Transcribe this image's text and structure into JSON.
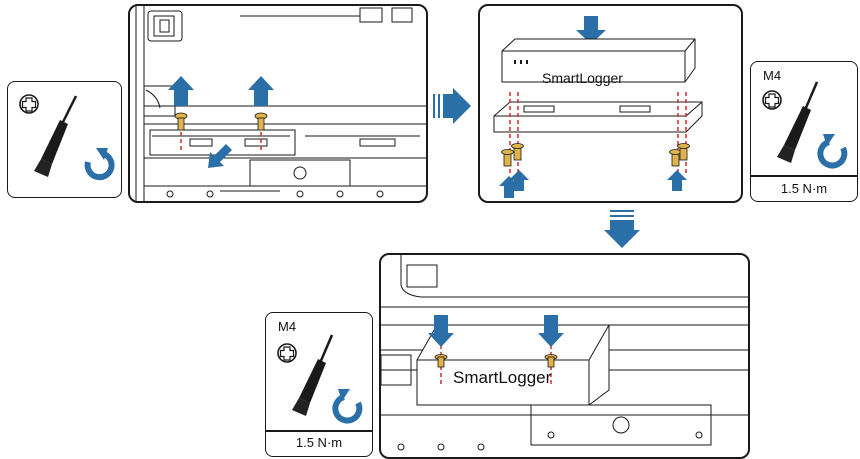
{
  "device_label": "SmartLogger",
  "tool_boxes": [
    {
      "screw_size": "",
      "torque": ""
    },
    {
      "screw_size": "M4",
      "torque": "1.5 N·m"
    },
    {
      "screw_size": "M4",
      "torque": "1.5 N·m"
    }
  ],
  "colors": {
    "arrow": "#2a6fa8",
    "screw": "#e0b24a",
    "guide": "#d9262c",
    "line": "#1a1a1a"
  },
  "icons": [
    "phillips-head-icon",
    "screwdriver-icon",
    "loosen-rotate-icon",
    "tighten-rotate-icon",
    "next-step-arrow-icon"
  ]
}
